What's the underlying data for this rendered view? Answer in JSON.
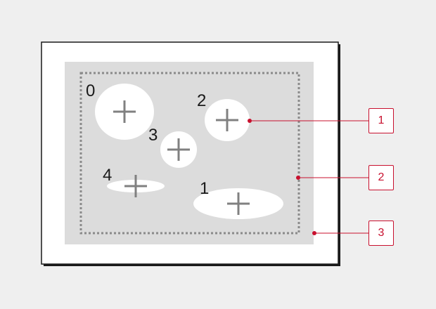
{
  "colors": {
    "background": "#efefef",
    "frame_fill": "#ffffff",
    "frame_border": "#1a1a1a",
    "area_fill": "#dcdcdc",
    "dotted_border": "#8a8a8a",
    "blob_fill": "#ffffff",
    "crosshair": "#808080",
    "callout": "#c8102e"
  },
  "blobs": [
    {
      "label": "0"
    },
    {
      "label": "2"
    },
    {
      "label": "3"
    },
    {
      "label": "4"
    },
    {
      "label": "1"
    }
  ],
  "callouts": [
    {
      "label": "1"
    },
    {
      "label": "2"
    },
    {
      "label": "3"
    }
  ]
}
